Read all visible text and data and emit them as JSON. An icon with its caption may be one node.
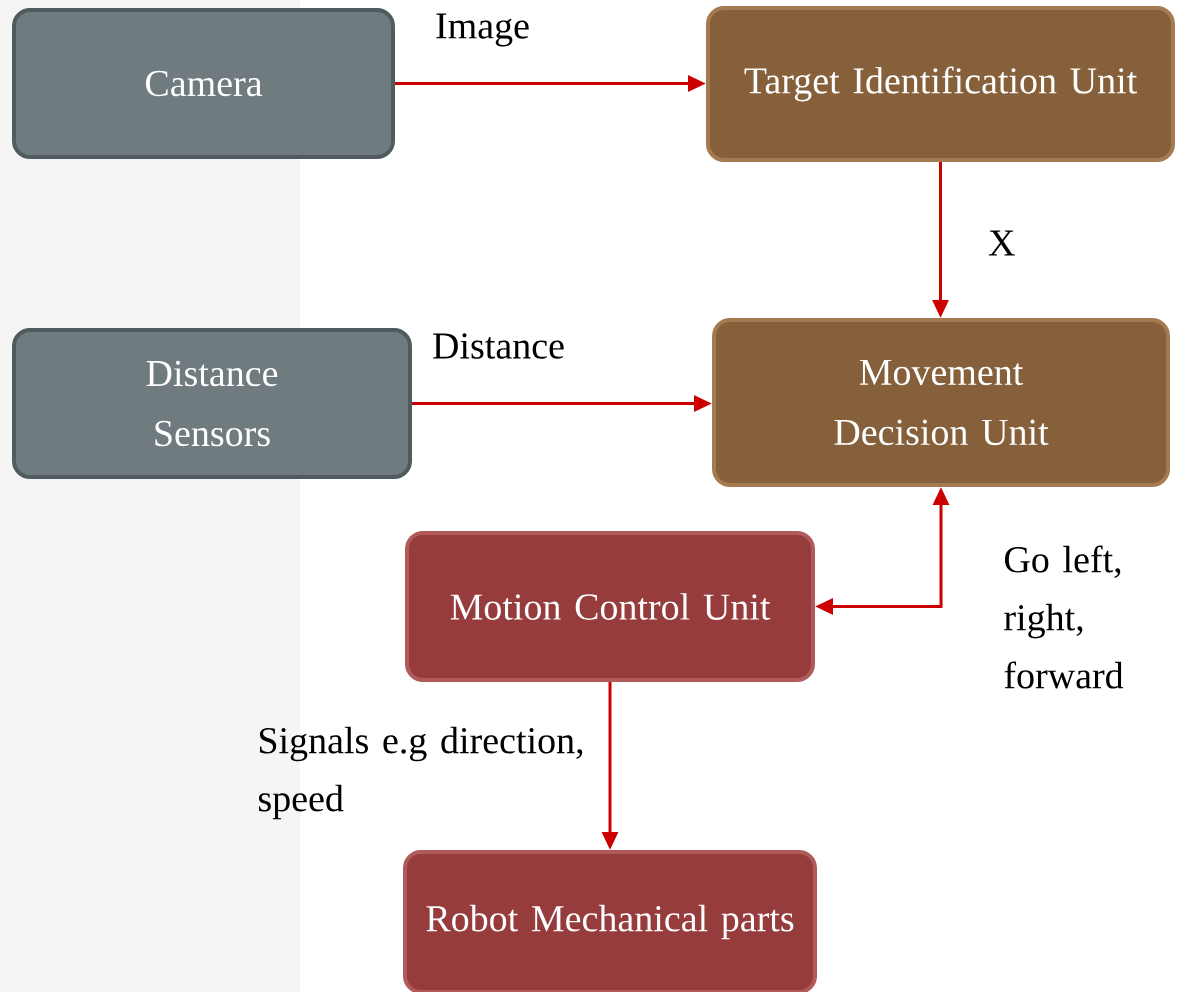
{
  "diagram": {
    "nodes": [
      {
        "text": [
          "Camera"
        ]
      },
      {
        "text": [
          "Target Identification Unit"
        ]
      },
      {
        "text": [
          "Distance Sensors"
        ]
      },
      {
        "text": [
          "Movement Decision Unit"
        ]
      },
      {
        "text": [
          "Motion Control Unit"
        ]
      },
      {
        "text": [
          "Robot Mechanical parts"
        ]
      }
    ],
    "edges": [
      {
        "from": 0,
        "to": 1,
        "arrow": "to",
        "label": "Image"
      },
      {
        "from": 1,
        "to": 3,
        "arrow": "to",
        "label": "X"
      },
      {
        "from": 2,
        "to": 3,
        "arrow": "to",
        "label": "Distance"
      },
      {
        "from": 3,
        "to": 4,
        "arrow": "both",
        "label": "Go left, right, forward"
      },
      {
        "from": 4,
        "to": 5,
        "arrow": "to",
        "label": "Signals e.g direction, speed"
      }
    ]
  }
}
